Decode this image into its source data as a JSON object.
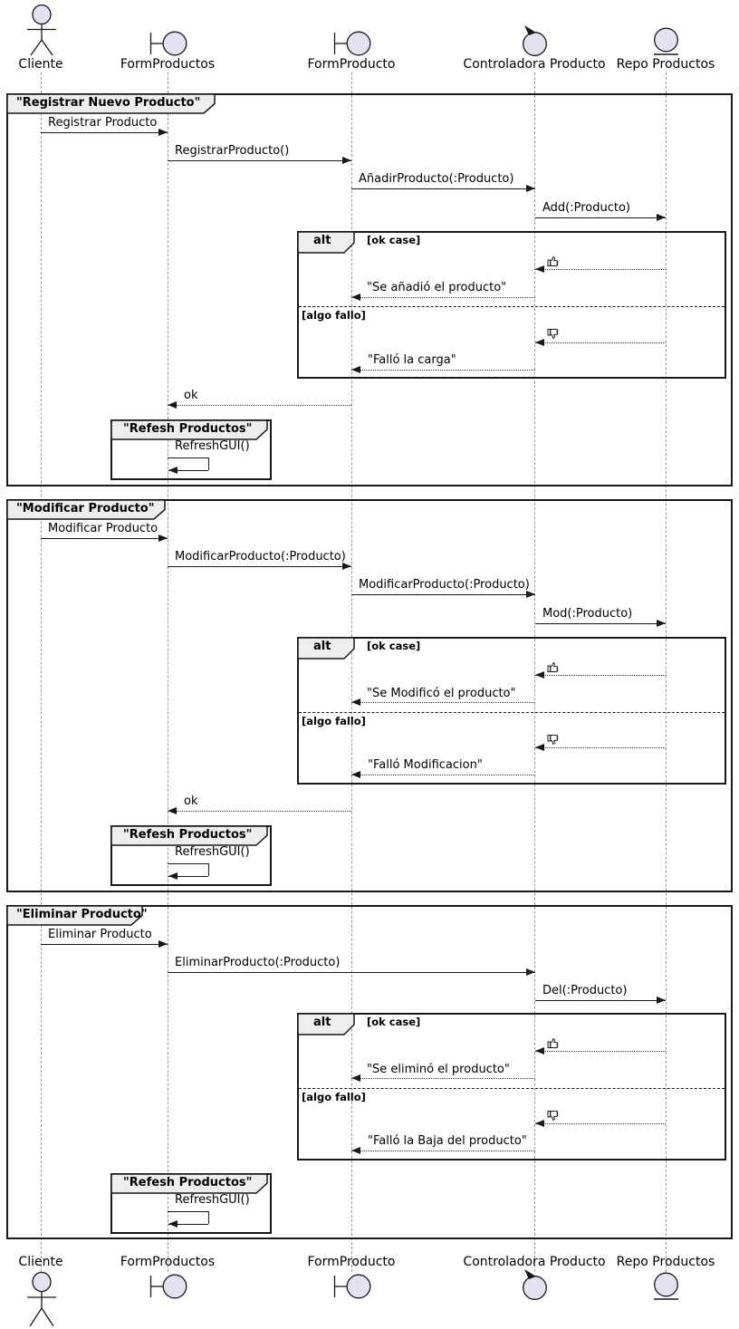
{
  "diagram_type": "uml-sequence-diagram",
  "colors": {
    "icon_fill": "#E2E2F0",
    "stroke": "#181818",
    "label_bg": "#EEEEEE",
    "lifeline": "#999999",
    "background": "#FFFFFF"
  },
  "participants": [
    {
      "label": "Cliente",
      "type": "actor",
      "icon": "actor-icon"
    },
    {
      "label": "FormProductos",
      "type": "boundary",
      "icon": "boundary-icon"
    },
    {
      "label": "FormProducto",
      "type": "boundary",
      "icon": "boundary-icon"
    },
    {
      "label": "Controladora Producto",
      "type": "control",
      "icon": "control-icon"
    },
    {
      "label": "Repo Productos",
      "type": "entity",
      "icon": "entity-icon"
    }
  ],
  "frames": [
    {
      "title": "\"Registrar Nuevo Producto\"",
      "messages": {
        "m0": "Registrar Producto",
        "m1": "RegistrarProducto()",
        "m2": "AñadirProducto(:Producto)",
        "m3": "Add(:Producto)"
      },
      "alt": {
        "keyword": "alt",
        "guard_ok": "[ok case]",
        "ok_icon": "thumbs-up",
        "ok_reply": "\"Se añadió el producto\"",
        "guard_fail": "[algo fallo]",
        "fail_icon": "thumbs-down",
        "fail_reply": "\"Falló la carga\""
      },
      "ok_reply": "ok",
      "group": {
        "title": "\"Refesh Productos\"",
        "message": "RefreshGUI()"
      }
    },
    {
      "title": "\"Modificar Producto\"",
      "messages": {
        "m0": "Modificar Producto",
        "m1": "ModificarProducto(:Producto)",
        "m2": "ModificarProducto(:Producto)",
        "m3": "Mod(:Producto)"
      },
      "alt": {
        "keyword": "alt",
        "guard_ok": "[ok case]",
        "ok_icon": "thumbs-up",
        "ok_reply": "\"Se Modificó el producto\"",
        "guard_fail": "[algo fallo]",
        "fail_icon": "thumbs-down",
        "fail_reply": "\"Falló Modificacion\""
      },
      "ok_reply": "ok",
      "group": {
        "title": "\"Refesh Productos\"",
        "message": "RefreshGUI()"
      }
    },
    {
      "title": "\"Eliminar Producto\"",
      "messages": {
        "m0": "Eliminar Producto",
        "m1": "EliminarProducto(:Producto)",
        "m2": "Del(:Producto)"
      },
      "alt": {
        "keyword": "alt",
        "guard_ok": "[ok case]",
        "ok_icon": "thumbs-up",
        "ok_reply": "\"Se eliminó el producto\"",
        "guard_fail": "[algo fallo]",
        "fail_icon": "thumbs-down",
        "fail_reply": "\"Falló la Baja del producto\""
      },
      "group": {
        "title": "\"Refesh Productos\"",
        "message": "RefreshGUI()"
      }
    }
  ]
}
